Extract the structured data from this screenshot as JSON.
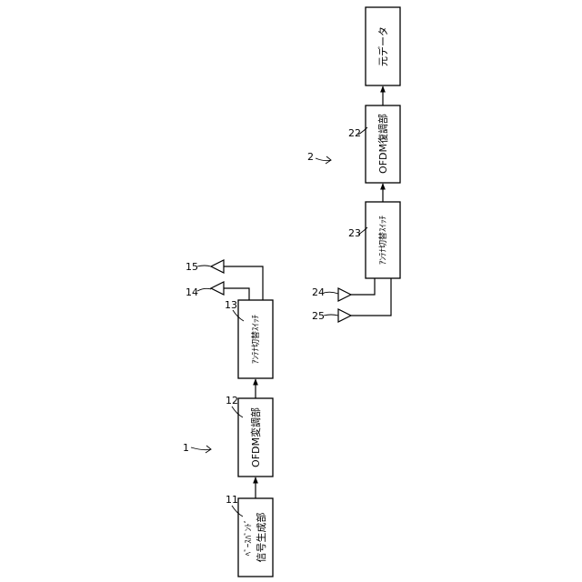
{
  "system_tx": {
    "ref": "1"
  },
  "system_rx": {
    "ref": "2"
  },
  "blocks": {
    "baseband": {
      "ref": "11",
      "line1": "ﾍﾞｰｽﾊﾞﾝﾄﾞ",
      "line2": "信号生成部"
    },
    "ofdm_mod": {
      "ref": "12",
      "label": "OFDM変調部"
    },
    "tx_switch": {
      "ref": "13",
      "label": "ｱﾝﾃﾅ切替ｽｲｯﾁ"
    },
    "ofdm_demod": {
      "ref": "22",
      "label": "OFDM復調部"
    },
    "rx_switch": {
      "ref": "23",
      "label": "ｱﾝﾃﾅ切替ｽｲｯﾁ"
    },
    "original_data": {
      "label": "元データ"
    }
  },
  "antennas": {
    "tx_a": {
      "ref": "14"
    },
    "tx_b": {
      "ref": "15"
    },
    "rx_a": {
      "ref": "24"
    },
    "rx_b": {
      "ref": "25"
    }
  }
}
